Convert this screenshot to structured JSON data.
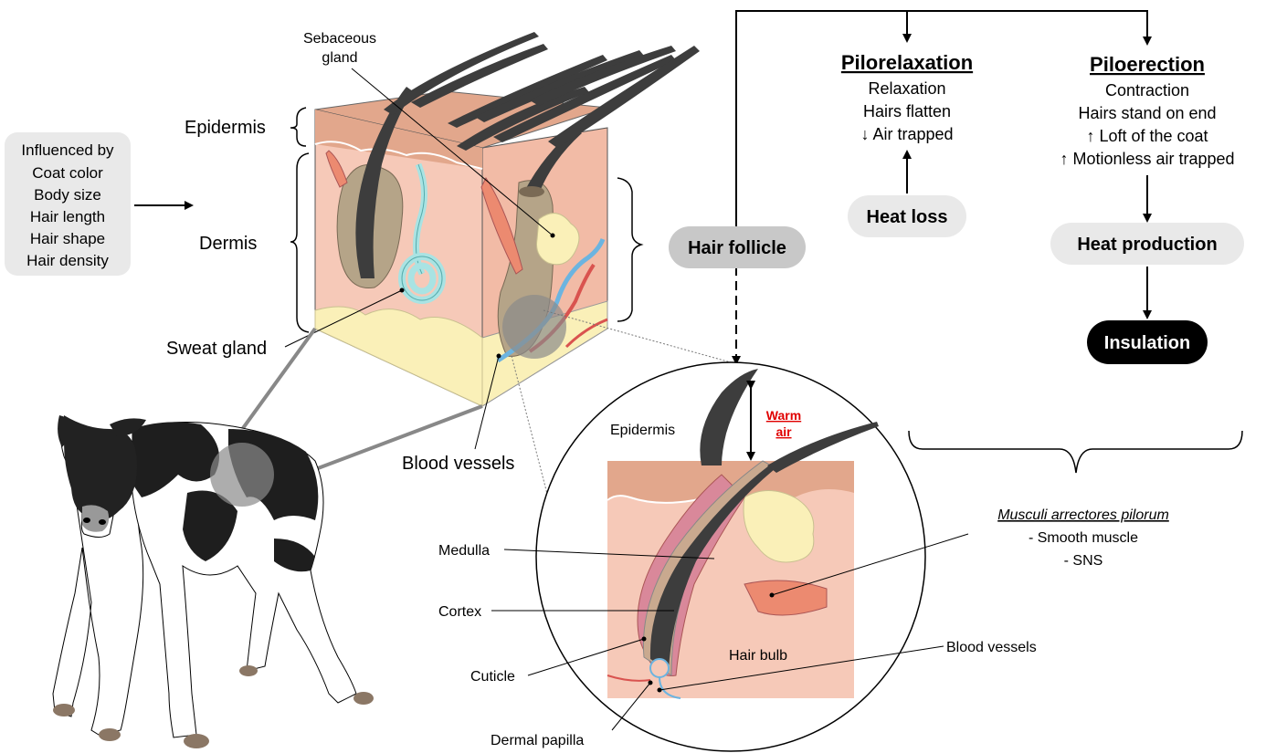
{
  "influences": {
    "title": "Influenced by",
    "items": [
      "Coat color",
      "Body size",
      "Hair length",
      "Hair shape",
      "Hair density"
    ]
  },
  "skin_labels": {
    "sebaceous_1": "Sebaceous",
    "sebaceous_2": "gland",
    "epidermis": "Epidermis",
    "dermis": "Dermis",
    "sweat_gland": "Sweat gland",
    "blood_vessels": "Blood vessels"
  },
  "hair_follicle": "Hair follicle",
  "pilorelaxation": {
    "title": "Pilorelaxation",
    "lines": [
      "Relaxation",
      "Hairs flatten",
      "↓ Air trapped"
    ],
    "trigger": "Heat loss"
  },
  "piloerection": {
    "title": "Piloerection",
    "lines": [
      "Contraction",
      "Hairs stand on end",
      "↑ Loft of the coat",
      "↑ Motionless air trapped"
    ],
    "trigger": "Heat production",
    "result": "Insulation"
  },
  "detail": {
    "epidermis": "Epidermis",
    "warm_air_1": "Warm",
    "warm_air_2": "air",
    "medulla": "Medulla",
    "cortex": "Cortex",
    "cuticle": "Cuticle",
    "dermal_papilla": "Dermal papilla",
    "hair_bulb": "Hair bulb",
    "blood_vessels": "Blood vessels",
    "muscle_title": "Musculi arrectores pilorum",
    "muscle_line1": "- Smooth muscle",
    "muscle_line2": "- SNS"
  },
  "colors": {
    "epidermis": "#e2a78c",
    "dermis": "#f6c9b8",
    "fat": "#faf0b8",
    "hair": "#3d3d3d",
    "sweat": "#a9e3e3",
    "muscle": "#ec8a70",
    "bubble": "#e9e9e9",
    "warm_air": "#e00000"
  }
}
